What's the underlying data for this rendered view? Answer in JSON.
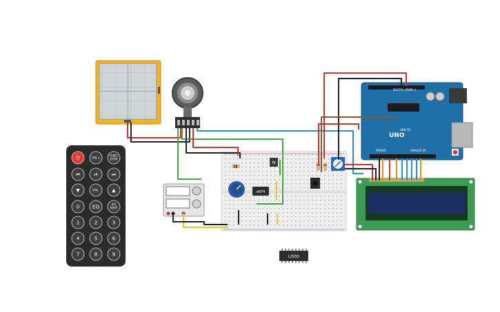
{
  "remote": {
    "buttons": [
      {
        "id": "power",
        "label": "⏻",
        "name": "remote-power-button"
      },
      {
        "id": "volp",
        "label": "VOL+",
        "name": "remote-vol-up-button"
      },
      {
        "id": "func",
        "label": "FUNC/ STOP",
        "name": "remote-func-stop-button"
      },
      {
        "id": "prev",
        "label": "⏮",
        "name": "remote-prev-button"
      },
      {
        "id": "play",
        "label": "⏯",
        "name": "remote-play-pause-button"
      },
      {
        "id": "next",
        "label": "⏭",
        "name": "remote-next-button"
      },
      {
        "id": "down",
        "label": "▼",
        "name": "remote-down-button"
      },
      {
        "id": "volm",
        "label": "VOL-",
        "name": "remote-vol-down-button"
      },
      {
        "id": "up",
        "label": "▲",
        "name": "remote-up-button"
      },
      {
        "id": "b0",
        "label": "0",
        "name": "remote-0-button"
      },
      {
        "id": "eq",
        "label": "EQ",
        "name": "remote-eq-button"
      },
      {
        "id": "rept",
        "label": "ST/ REPT",
        "name": "remote-st-rept-button"
      },
      {
        "id": "b1",
        "label": "1",
        "name": "remote-1-button"
      },
      {
        "id": "b2",
        "label": "2",
        "name": "remote-2-button"
      },
      {
        "id": "b3",
        "label": "3",
        "name": "remote-3-button"
      },
      {
        "id": "b4",
        "label": "4",
        "name": "remote-4-button"
      },
      {
        "id": "b5",
        "label": "5",
        "name": "remote-5-button"
      },
      {
        "id": "b6",
        "label": "6",
        "name": "remote-6-button"
      },
      {
        "id": "b7",
        "label": "7",
        "name": "remote-7-button"
      },
      {
        "id": "b8",
        "label": "8",
        "name": "remote-8-button"
      },
      {
        "id": "b9",
        "label": "9",
        "name": "remote-9-button"
      }
    ]
  },
  "arduino": {
    "model": "UNO",
    "board_text": "UNO R3",
    "header_text": "DIGITAL (PWM~)",
    "analog_text": "ANALOG IN",
    "power_text": "POWER"
  },
  "chips": {
    "ic_breadboard": "sN74",
    "l293d": "L293D",
    "transistor": "N"
  },
  "colors": {
    "wire_red": "#d32f2f",
    "wire_black": "#222222",
    "wire_green": "#3fae3f",
    "wire_blue": "#2a8fd8",
    "wire_yellow": "#e7c928",
    "wire_orange": "#e8901d",
    "wire_brown": "#8a5a2b",
    "arduino_blue": "#1f6fa8",
    "lcd_green": "#3f9a55",
    "lcd_screen": "#1c2f63",
    "oscilloscope_frame": "#f3b323",
    "remote_body": "#2b2b2b",
    "power_button": "#e03a3a"
  }
}
